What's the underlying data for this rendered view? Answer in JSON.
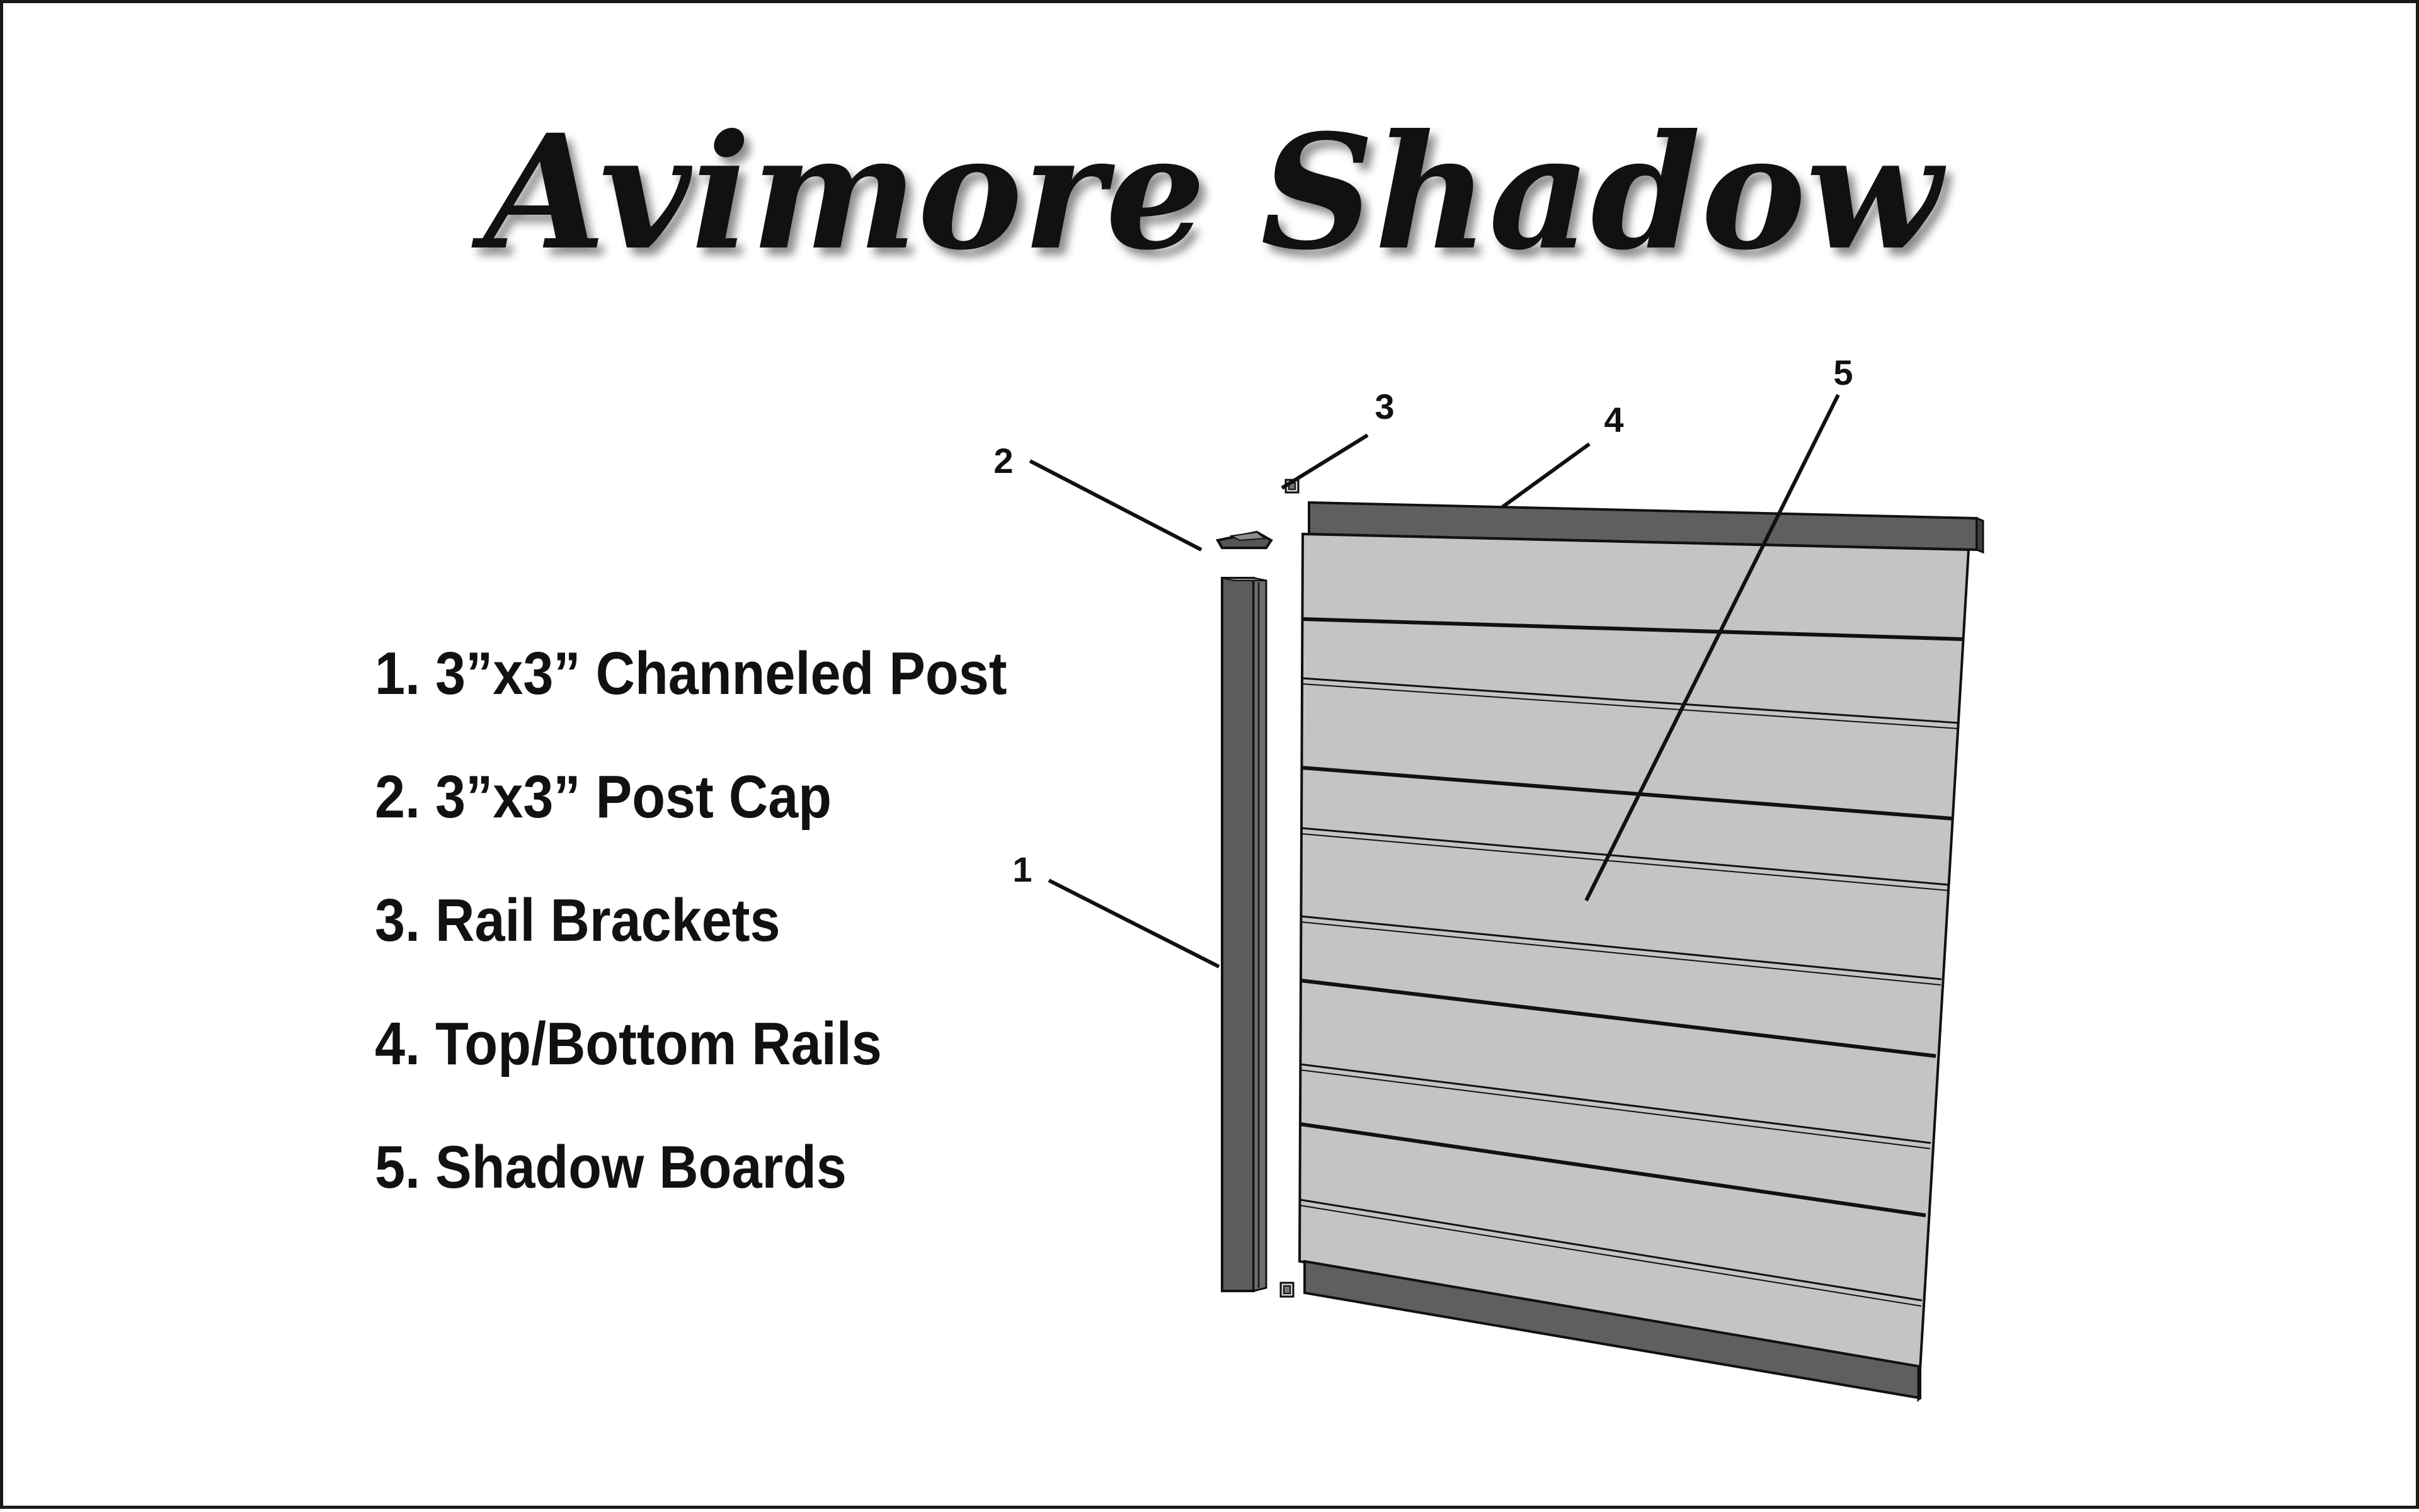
{
  "title": "Avimore Shadow",
  "legend": [
    "1. 3”x3” Channeled Post",
    "2. 3”x3” Post Cap",
    "3. Rail Brackets",
    "4. Top/Bottom Rails",
    "5. Shadow Boards"
  ],
  "callouts": [
    "1",
    "2",
    "3",
    "4",
    "5"
  ],
  "colors": {
    "post": "#5c5c5c",
    "rail": "#5f5f5f",
    "board": "#c4c4c4",
    "outline": "#111111"
  }
}
